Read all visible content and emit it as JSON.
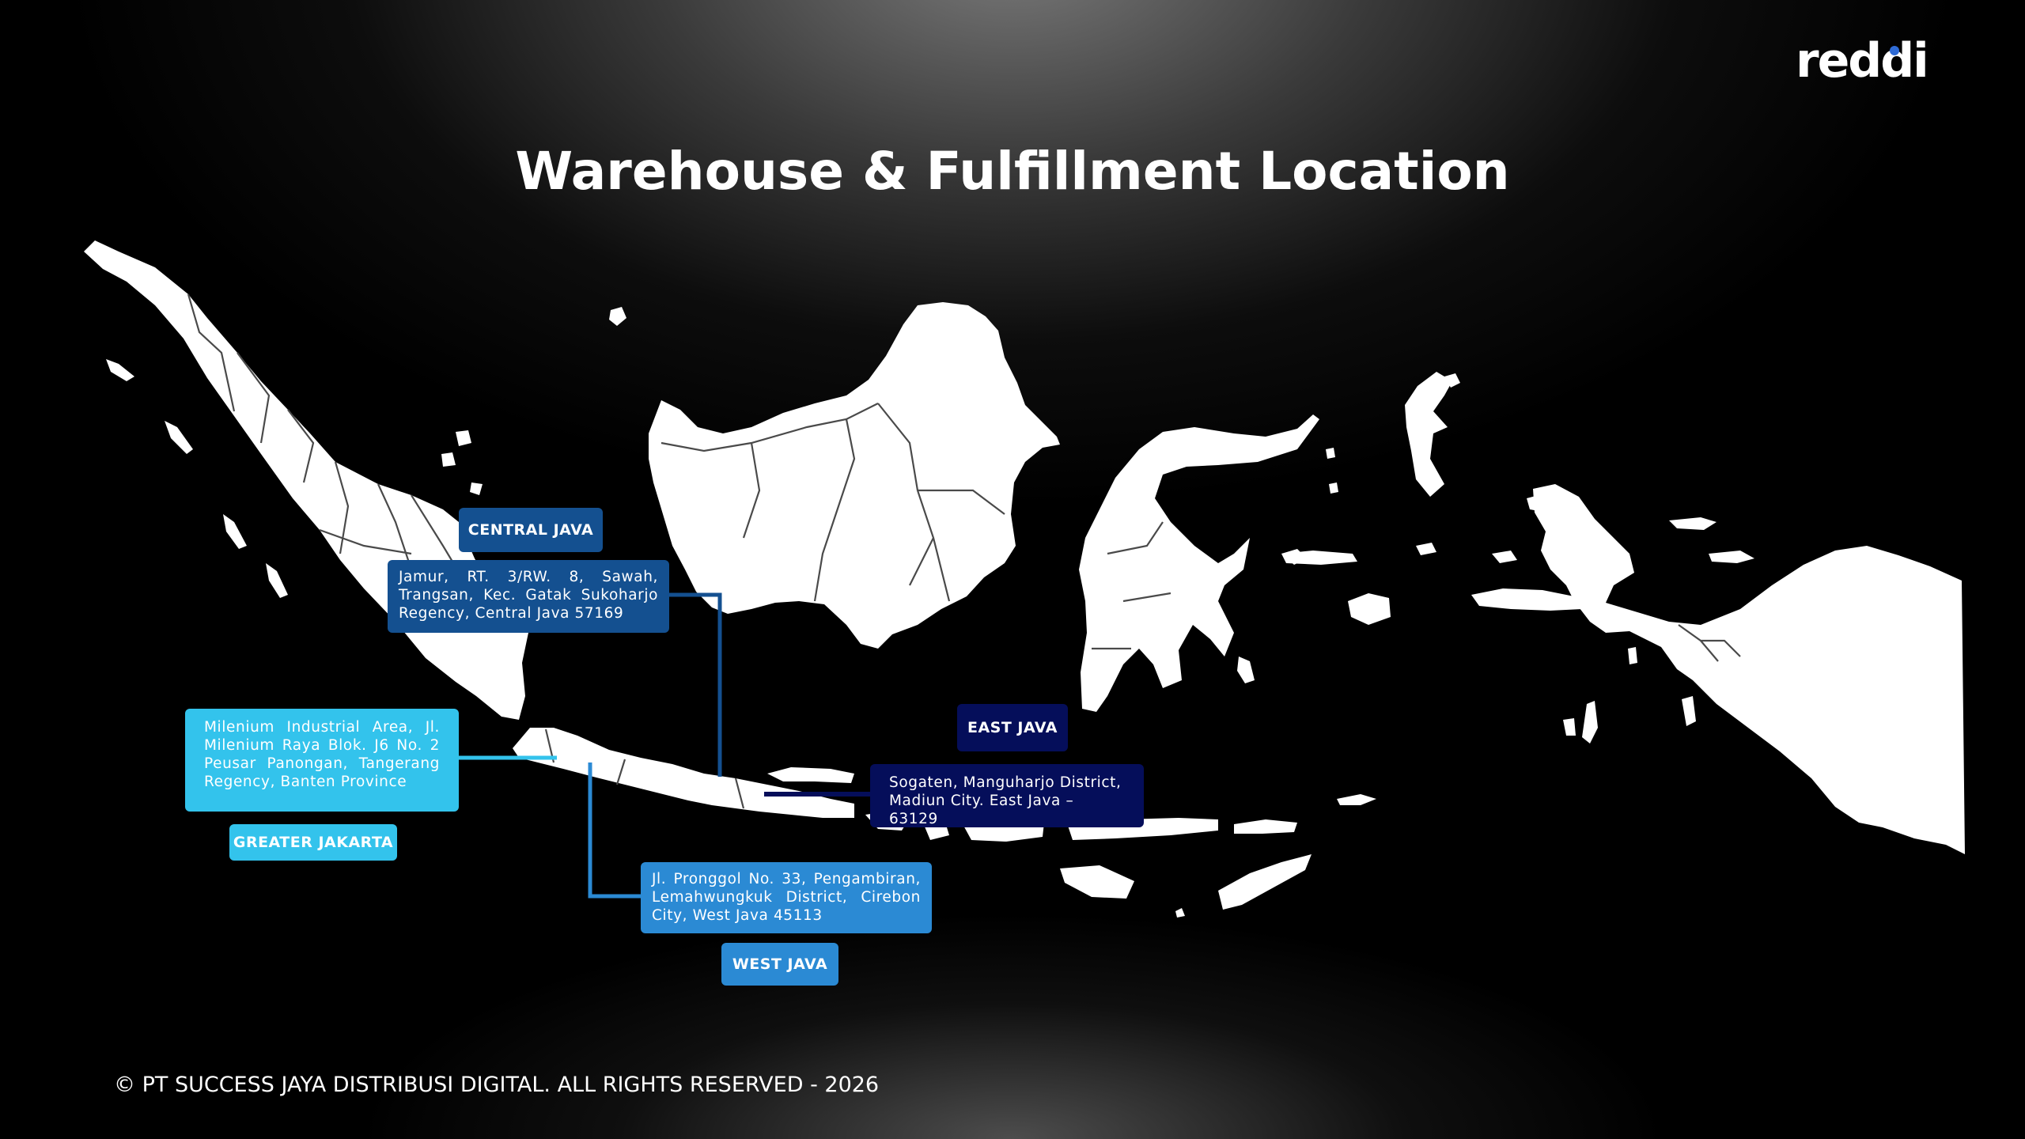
{
  "brand": {
    "logo_text": "reddi"
  },
  "title": "Warehouse & Fulfillment Location",
  "footer": "© PT SUCCESS JAYA DISTRIBUSI DIGITAL. ALL RIGHTS RESERVED - 2026",
  "colors": {
    "central": "#145090",
    "jakarta": "#33c3ec",
    "west": "#2b8ad4",
    "east": "#050e5a",
    "land": "#ffffff"
  },
  "locations": [
    {
      "region": "CENTRAL JAVA",
      "address": "Jamur, RT. 3/RW. 8, Sawah, Trangsan, Kec. Gatak Sukoharjo Regency, Central Java 57169"
    },
    {
      "region": "GREATER JAKARTA",
      "address": "Milenium Industrial Area, Jl. Milenium Raya Blok. J6 No. 2 Peusar Panongan, Tangerang Regency, Banten Province"
    },
    {
      "region": "WEST JAVA",
      "address": "Jl. Pronggol No. 33, Pengambiran, Lemahwungkuk District, Cirebon City, West Java 45113"
    },
    {
      "region": "EAST JAVA",
      "address": "Sogaten, Manguharjo District, Madiun City. East Java – 63129"
    }
  ]
}
